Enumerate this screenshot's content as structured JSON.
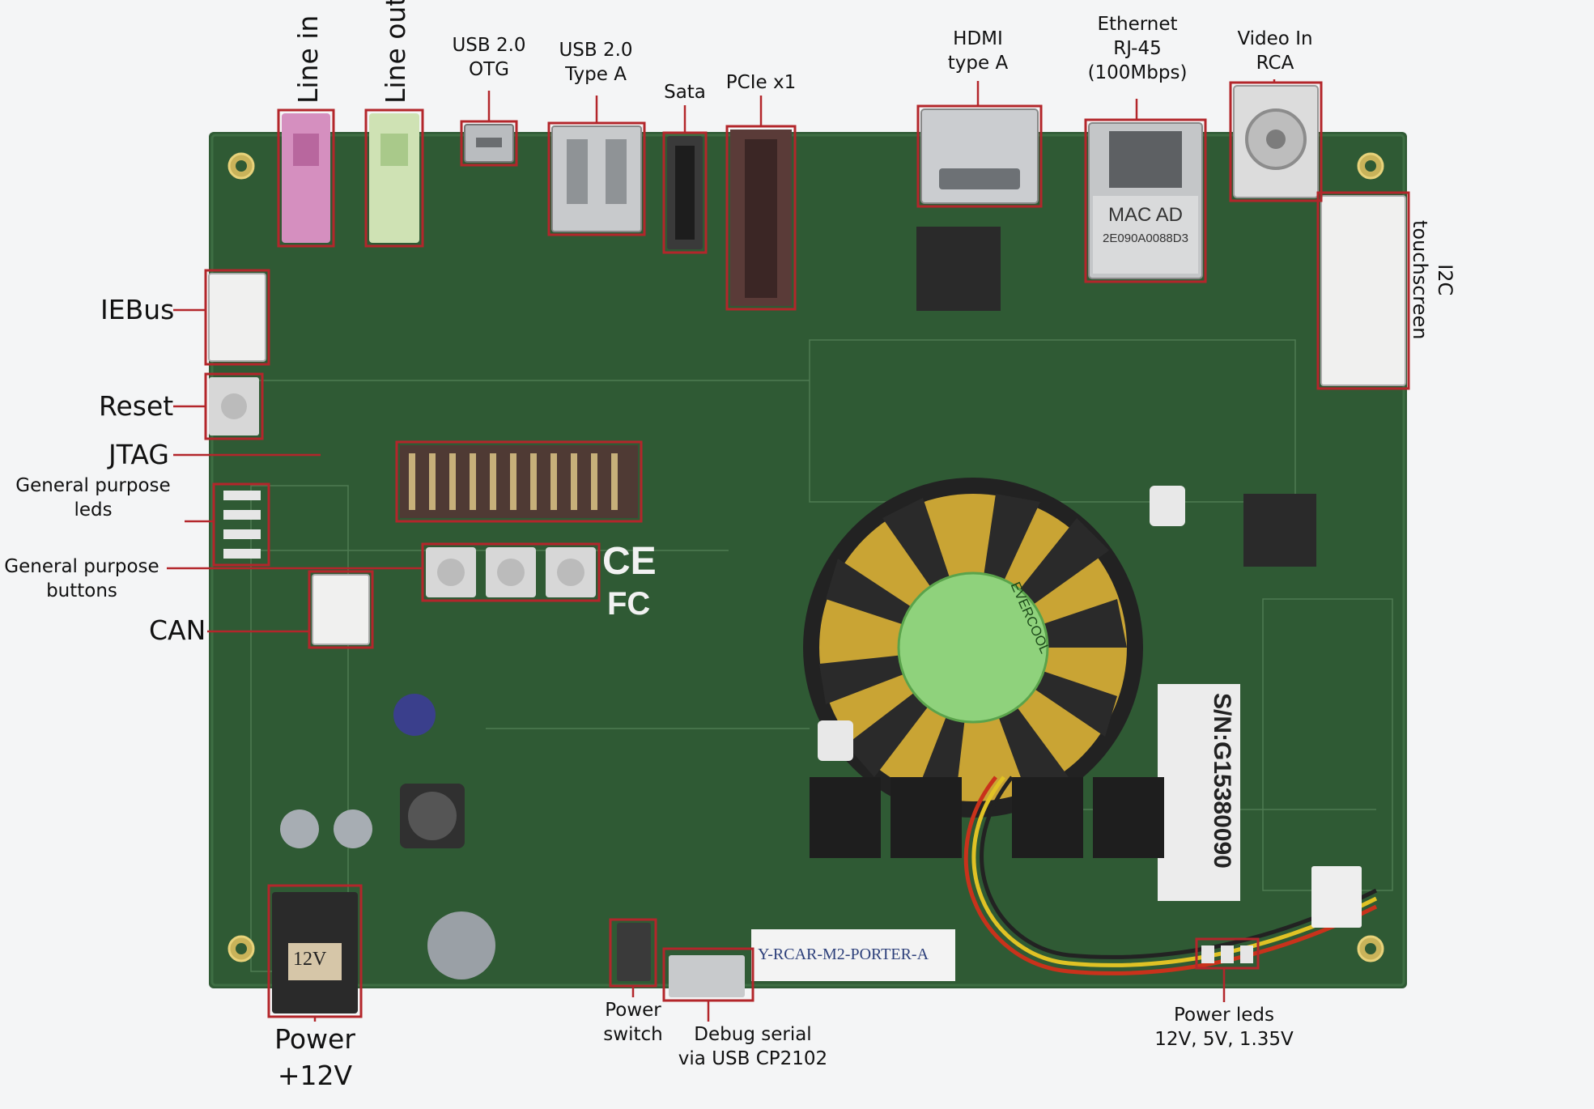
{
  "colors": {
    "pcb": "#2f5a34",
    "pcb_dark": "#24472a",
    "highlight": "#b3262b",
    "leader": "#b3262b",
    "background": "#f4f5f6"
  },
  "labels": {
    "line_in": "Line in",
    "line_out": "Line out",
    "usb_otg": [
      "USB 2.0",
      "OTG"
    ],
    "usb_a": [
      "USB 2.0",
      "Type A"
    ],
    "sata": "Sata",
    "pcie": "PCIe x1",
    "hdmi": [
      "HDMI",
      "type A"
    ],
    "ethernet": [
      "Ethernet",
      "RJ-45",
      "(100Mbps)"
    ],
    "video_in": [
      "Video In",
      "RCA"
    ],
    "i2c": [
      "I2C",
      "touchscreen"
    ],
    "iebus": "IEBus",
    "reset": "Reset",
    "jtag": "JTAG",
    "gp_leds": [
      "General purpose",
      "leds"
    ],
    "gp_buttons": [
      "General purpose",
      "buttons"
    ],
    "can": "CAN",
    "power": [
      "Power",
      "+12V"
    ],
    "power_switch": [
      "Power",
      "switch"
    ],
    "debug_serial": [
      "Debug serial",
      "via USB CP2102"
    ],
    "power_leds": [
      "Power leds",
      "12V, 5V, 1.35V"
    ]
  },
  "board": {
    "mac_sticker": [
      "MAC AD",
      "2E090A0088D3"
    ],
    "serial_sticker": "S/N:G15380090",
    "board_name": "Y-RCAR-M2-PORTER-A",
    "jack_marking": "12V",
    "fan_brand": "EVERCOOL"
  },
  "icons": [
    "ce-mark-icon",
    "fcc-mark-icon",
    "cooling-fan-icon",
    "mounting-hole-icon"
  ]
}
